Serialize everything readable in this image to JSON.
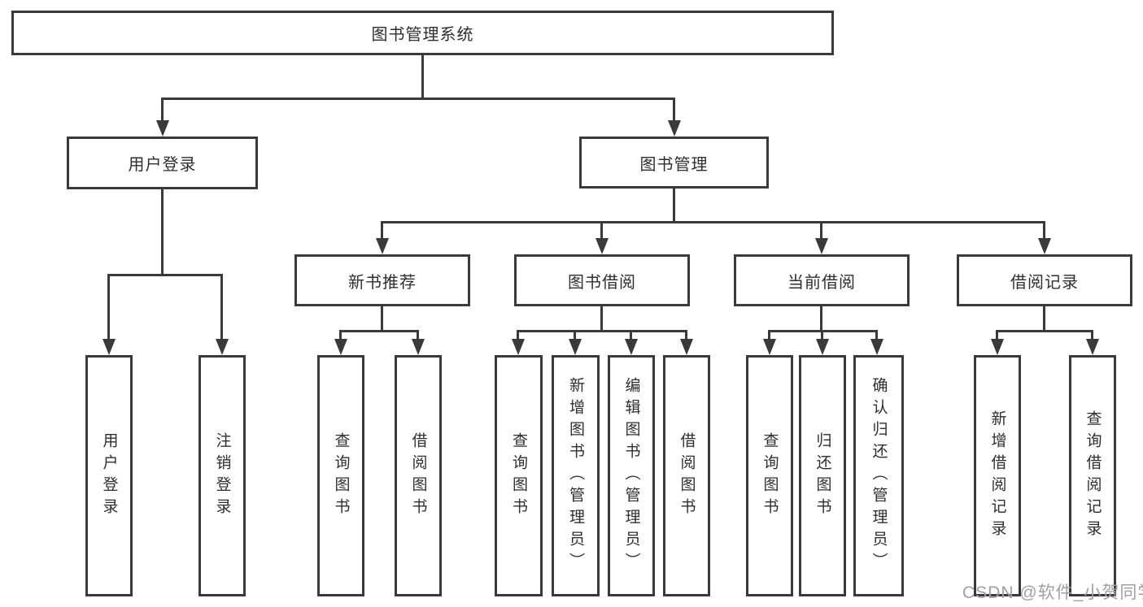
{
  "tree": {
    "label": "图书管理系统",
    "children": [
      {
        "label": "用户登录",
        "children": [
          {
            "label": "用户登录"
          },
          {
            "label": "注销登录"
          }
        ]
      },
      {
        "label": "图书管理",
        "children": [
          {
            "label": "新书推荐",
            "children": [
              {
                "label": "查询图书"
              },
              {
                "label": "借阅图书"
              }
            ]
          },
          {
            "label": "图书借阅",
            "children": [
              {
                "label": "查询图书"
              },
              {
                "label": "新增图书（管理员）"
              },
              {
                "label": "编辑图书（管理员）"
              },
              {
                "label": "借阅图书"
              }
            ]
          },
          {
            "label": "当前借阅",
            "children": [
              {
                "label": "查询图书"
              },
              {
                "label": "归还图书"
              },
              {
                "label": "确认归还（管理员）"
              }
            ]
          },
          {
            "label": "借阅记录",
            "children": [
              {
                "label": "新增借阅记录"
              },
              {
                "label": "查询借阅记录"
              }
            ]
          }
        ]
      }
    ]
  },
  "watermark": {
    "text": "CSDN @软件_小贺同学"
  },
  "colors": {
    "line": "#3a3a3a",
    "text": "#2e2e2e",
    "watermark": "#a0a0a0",
    "background": "#ffffff"
  }
}
